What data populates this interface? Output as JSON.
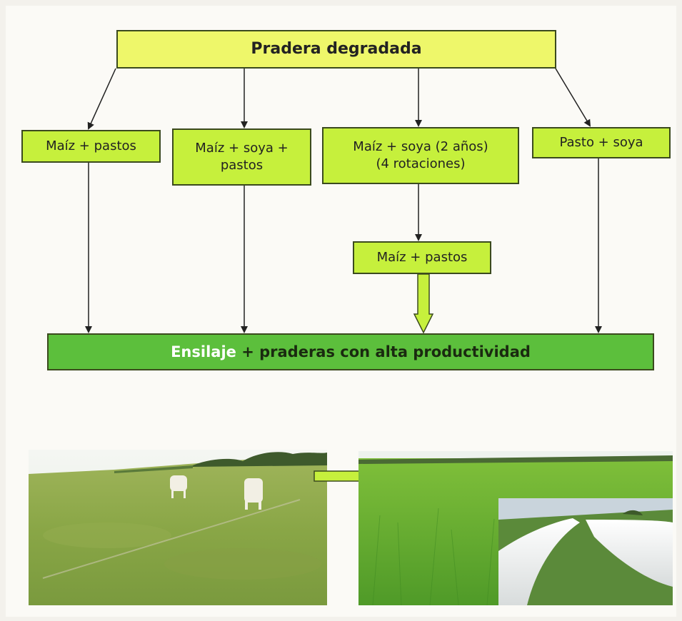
{
  "diagram": {
    "root": "Pradera degradada",
    "options": [
      {
        "line1": "Maíz + pastos",
        "line2": ""
      },
      {
        "line1": "Maíz + soya +",
        "line2": "pastos"
      },
      {
        "line1": "Maíz + soya (2 años)",
        "line2": "(4 rotaciones)"
      },
      {
        "line1": "Pasto + soya",
        "line2": ""
      }
    ],
    "intermediate": "Maíz + pastos",
    "result": {
      "highlight": "Ensilaje",
      "rest": " + praderas con alta productividad"
    }
  },
  "colors": {
    "root_fill": "#eef76a",
    "option_fill": "#c6f03c",
    "result_fill": "#5cbf3c",
    "result_highlight": "#ffffff"
  }
}
